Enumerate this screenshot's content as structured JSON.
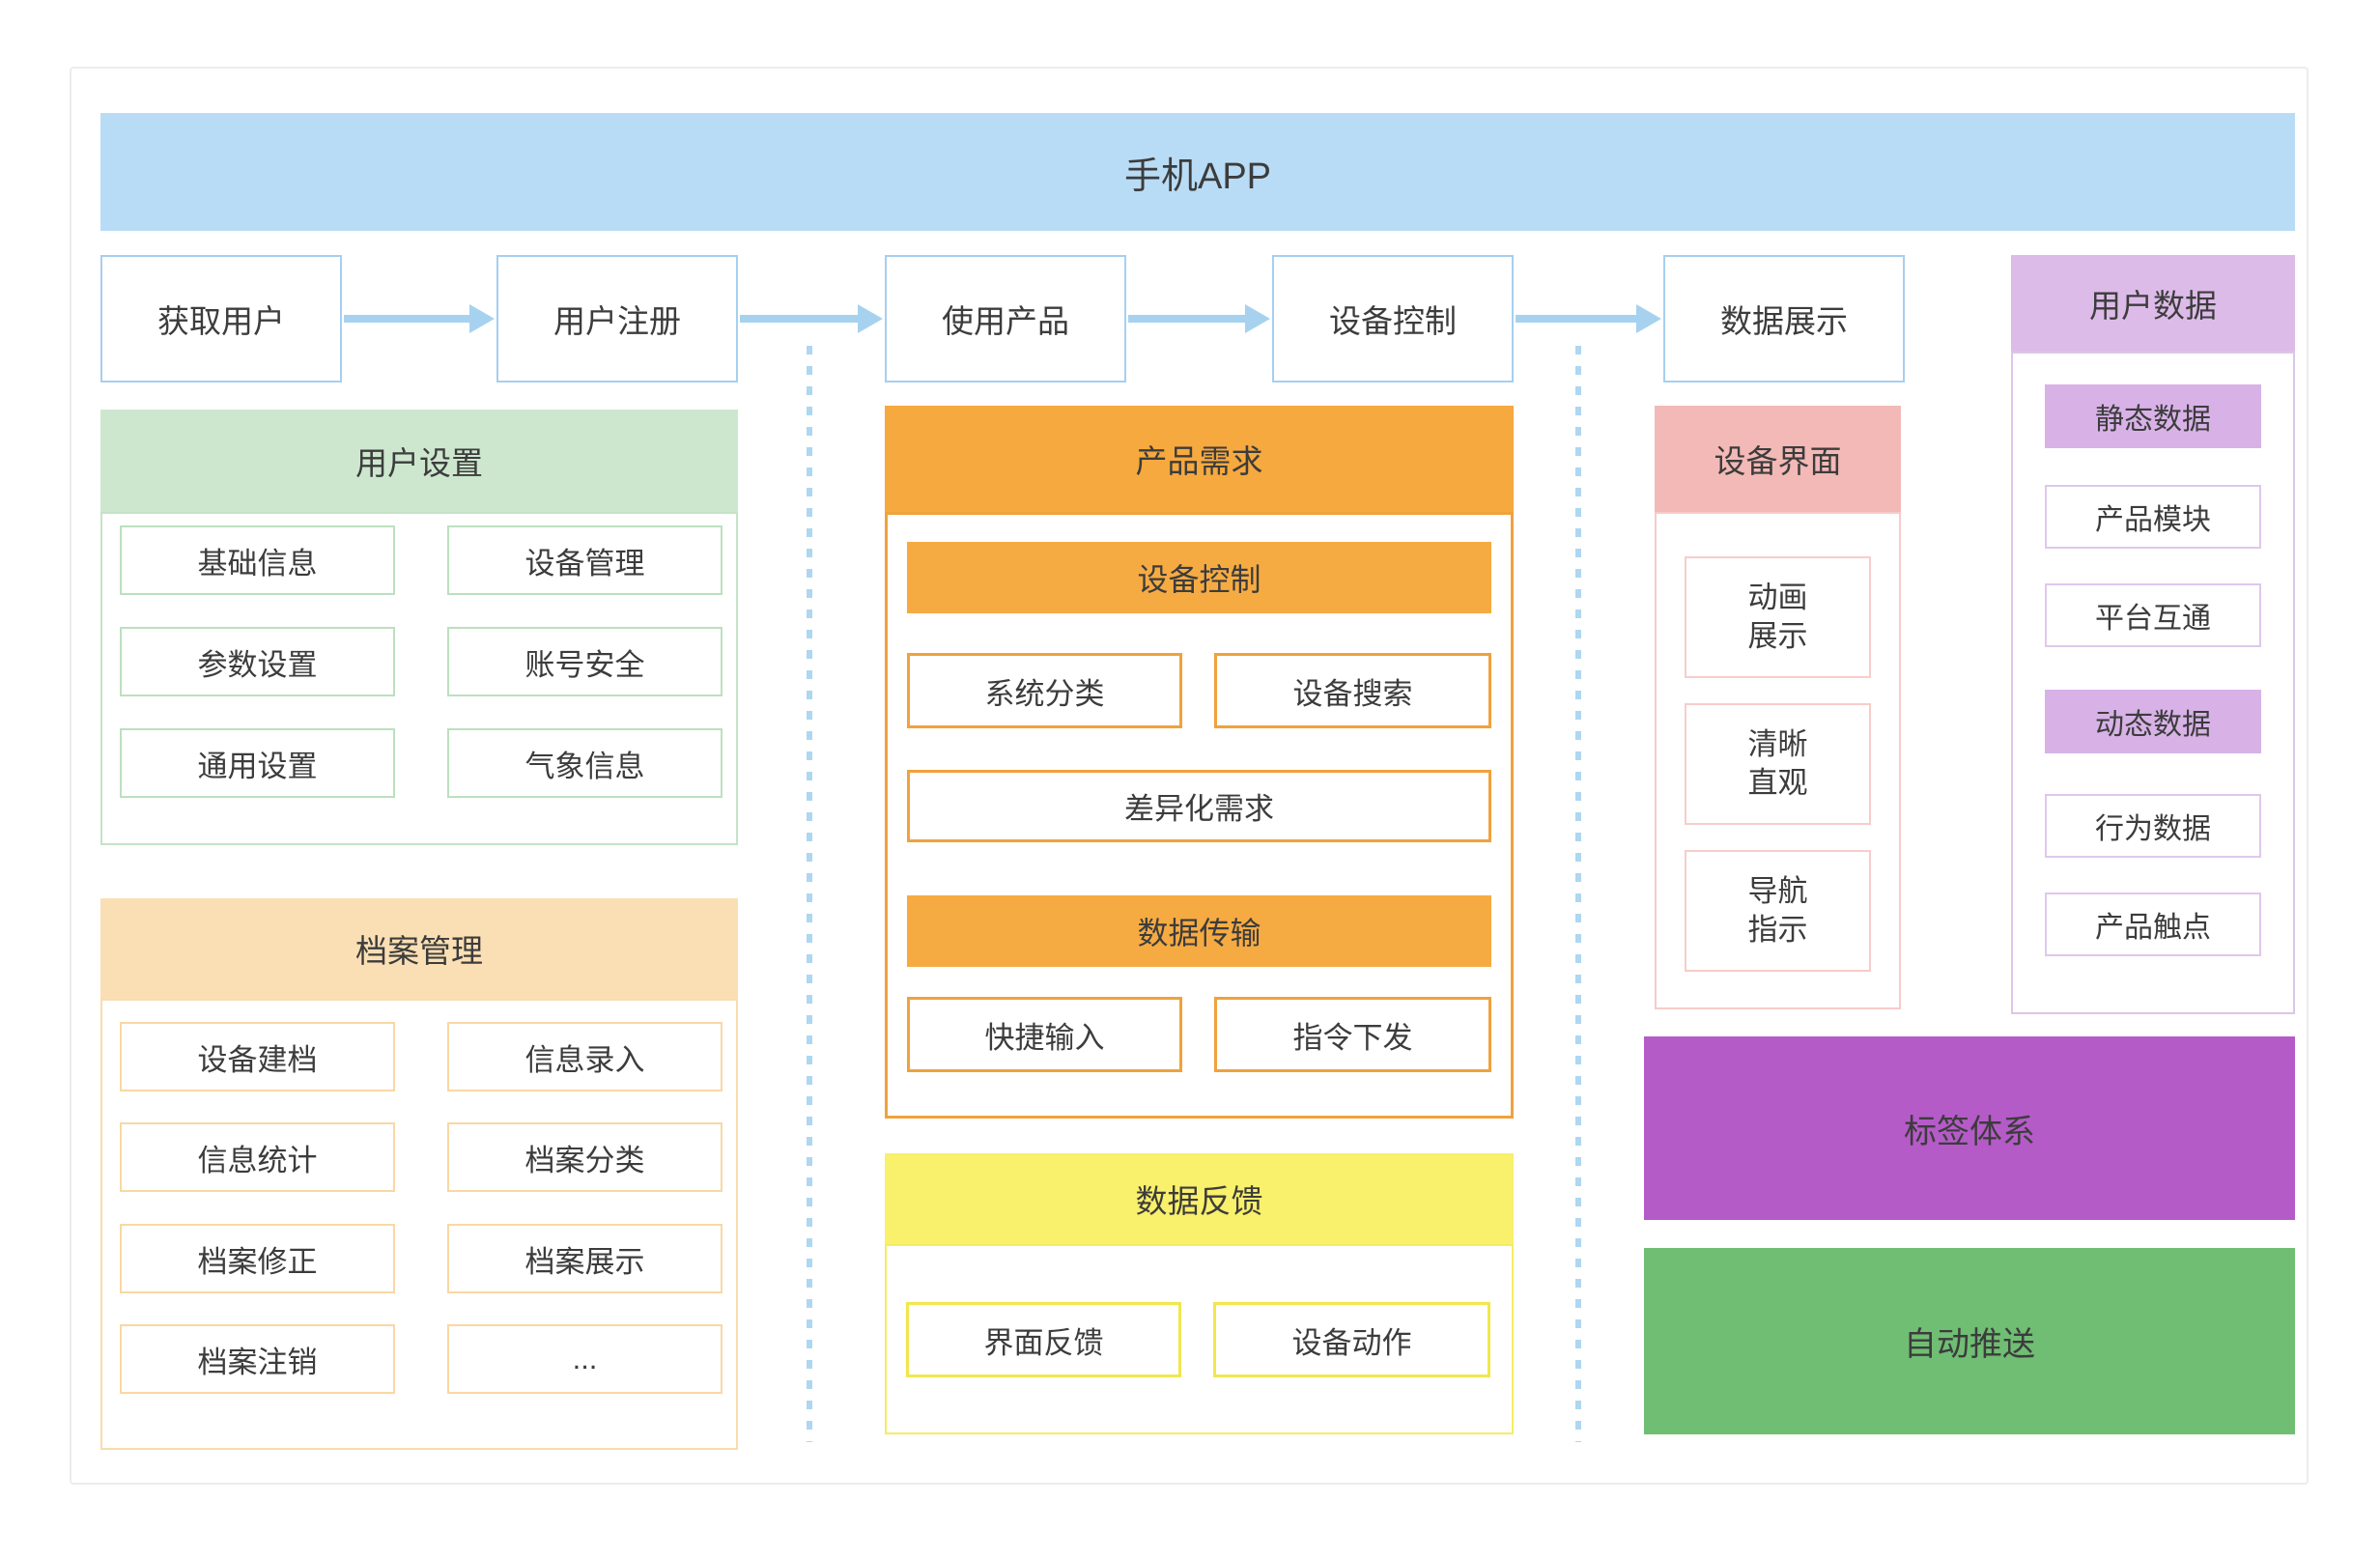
{
  "banner": {
    "title": "手机APP"
  },
  "flow": {
    "steps": [
      "获取用户",
      "用户注册",
      "使用产品",
      "设备控制",
      "数据展示"
    ]
  },
  "user_settings": {
    "title": "用户设置",
    "items": [
      "基础信息",
      "设备管理",
      "参数设置",
      "账号安全",
      "通用设置",
      "气象信息"
    ]
  },
  "archive_mgmt": {
    "title": "档案管理",
    "items": [
      "设备建档",
      "信息录入",
      "信息统计",
      "档案分类",
      "档案修正",
      "档案展示",
      "档案注销",
      "..."
    ]
  },
  "product_req": {
    "title": "产品需求",
    "sub_device_control": "设备控制",
    "device_control_items": [
      "系统分类",
      "设备搜索"
    ],
    "wide_item": "差异化需求",
    "sub_data_transfer": "数据传输",
    "data_transfer_items": [
      "快捷输入",
      "指令下发"
    ]
  },
  "data_feedback": {
    "title": "数据反馈",
    "items": [
      "界面反馈",
      "设备动作"
    ]
  },
  "device_ui": {
    "title": "设备界面",
    "items": [
      {
        "l1": "动画",
        "l2": "展示"
      },
      {
        "l1": "清晰",
        "l2": "直观"
      },
      {
        "l1": "导航",
        "l2": "指示"
      }
    ]
  },
  "user_data": {
    "title": "用户数据",
    "items": [
      {
        "label": "静态数据",
        "filled": true
      },
      {
        "label": "产品模块",
        "filled": false
      },
      {
        "label": "平台互通",
        "filled": false
      },
      {
        "label": "动态数据",
        "filled": true
      },
      {
        "label": "行为数据",
        "filled": false
      },
      {
        "label": "产品触点",
        "filled": false
      }
    ]
  },
  "bottom_bars": {
    "label_system": "标签体系",
    "auto_push": "自动推送"
  },
  "colors": {
    "banner_blue": "#B9DCF6",
    "flow_border_blue": "#A6CFEF",
    "arrow_blue": "#A7D2EF",
    "separator_blue": "#AED7F2",
    "green_header": "#CDE7CE",
    "green_border": "#BCE0BF",
    "peach_header": "#FBDFB4",
    "peach_border": "#F9DCAE",
    "orange_header": "#F6A93E",
    "orange_border": "#F0A23C",
    "yellow_header": "#F9F06B",
    "yellow_border": "#F1E74D",
    "pink_header": "#F3B9B6",
    "pink_border": "#F7CBC8",
    "purple_header": "#DDBBE9",
    "purple_fill": "#D8B2E7",
    "purple_border": "#DFC8EB",
    "label_system_purple": "#B55BC8",
    "auto_push_green": "#6FBE73",
    "text": "#3C3C3C"
  }
}
